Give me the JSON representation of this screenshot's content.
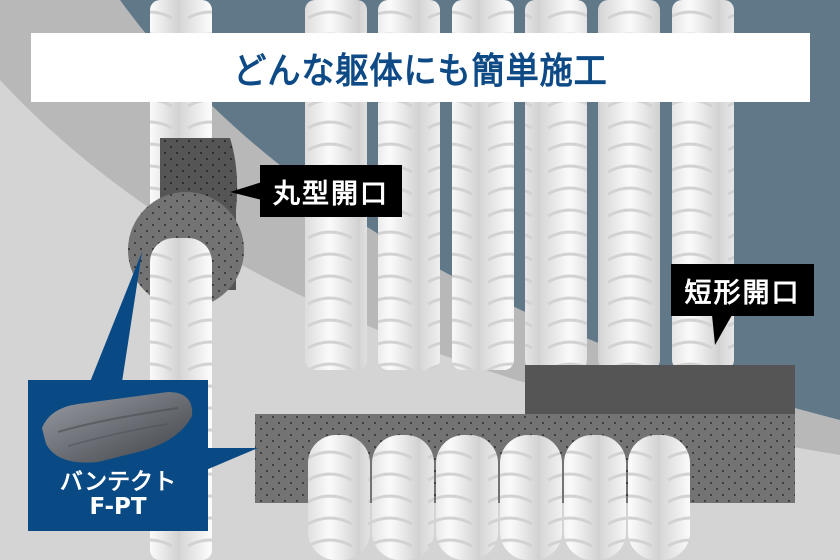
{
  "title": "どんな躯体にも簡単施工",
  "labels": {
    "round_opening": "丸型開口",
    "rect_opening": "短形開口"
  },
  "product": {
    "name_line1": "バンテクト",
    "name_line2": "F-PT",
    "image": "sealant-putty-block"
  },
  "colors": {
    "background_slate": "#607888",
    "band_outer": "#b8b8b8",
    "band_inner": "#d4d4d4",
    "sleeve_dotted": "#737373",
    "sleeve_dark": "#555555",
    "pipe_white": "#f4f4f4",
    "title_blue": "#0e4a86",
    "product_blue": "#0a4a84",
    "callout_black": "#000000"
  },
  "icons": {
    "pipe": "corrugated-pipe",
    "sleeve": "dotted-sleeve"
  }
}
